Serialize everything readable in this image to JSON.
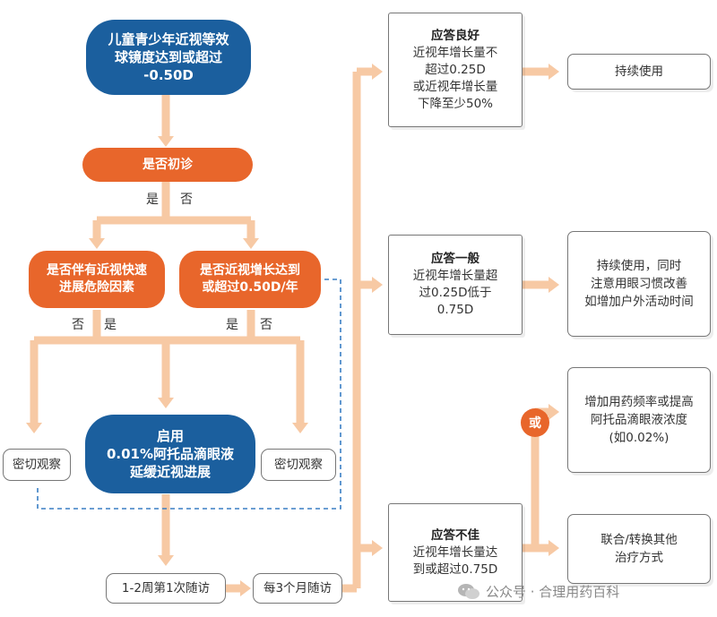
{
  "colors": {
    "blue": "#1b5f9e",
    "orange": "#e8662b",
    "connector": "#f7c9a4",
    "dashed": "#3a7fc4"
  },
  "nodes": {
    "start": [
      "儿童青少年近视等效",
      "球镜度达到或超过",
      "-0.50D"
    ],
    "first_visit": "是否初诊",
    "risk": [
      "是否伴有近视快速",
      "进展危险因素"
    ],
    "growth": [
      "是否近视增长达到",
      "或超过0.50D/年"
    ],
    "observe_left": "密切观察",
    "observe_right": "密切观察",
    "treatment": [
      "启用",
      "0.01%阿托品滴眼液",
      "延缓近视进展"
    ],
    "followup1": "1-2周第1次随访",
    "followup2": "每3个月随访",
    "resp_good": {
      "title": "应答良好",
      "lines": [
        "近视年增长量不",
        "超过0.25D",
        "或近视年增长量",
        "下降至少50%"
      ]
    },
    "resp_fair": {
      "title": "应答一般",
      "lines": [
        "近视年增长量超",
        "过0.25D低于",
        "0.75D"
      ]
    },
    "resp_poor": {
      "title": "应答不佳",
      "lines": [
        "近视年增长量达",
        "到或超过0.75D"
      ]
    },
    "out_continue": "持续使用",
    "out_continue_improve": [
      "持续使用，同时",
      "注意用眼习惯改善",
      "如增加户外活动时间"
    ],
    "out_increase": [
      "增加用药频率或提高",
      "阿托品滴眼液浓度",
      "(如0.02%)"
    ],
    "out_combine": [
      "联合/转换其他",
      "治疗方式"
    ],
    "or_label": "或"
  },
  "labels": {
    "first_yes": "是",
    "first_no": "否",
    "risk_no": "否",
    "risk_yes": "是",
    "growth_yes": "是",
    "growth_no": "否"
  },
  "watermark": {
    "text": "公众号 · 合理用药百科",
    "icon": "wechat-icon"
  }
}
